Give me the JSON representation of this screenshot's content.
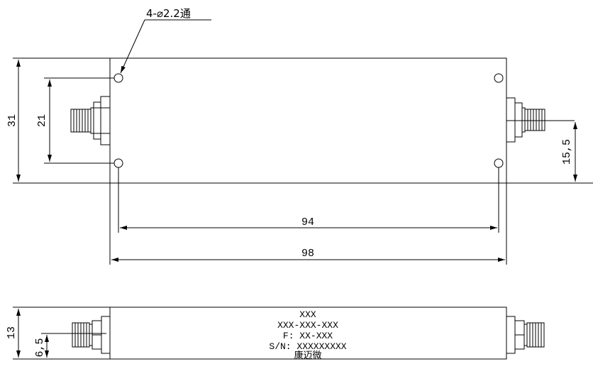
{
  "drawing": {
    "hole_callout": "4-⌀2.2通",
    "dims": {
      "body_height": "31",
      "connector_spacing": "21",
      "right_connector_offset": "15,5",
      "hole_spacing": "94",
      "body_width": "98",
      "side_height": "13",
      "side_connector_height": "6,5"
    },
    "label": {
      "line1": "XXX",
      "line2": "XXX-XXX-XXX",
      "line3": "F: XX-XXX",
      "line4": "S/N: XXXXXXXXX",
      "line5": "康迈微"
    }
  }
}
